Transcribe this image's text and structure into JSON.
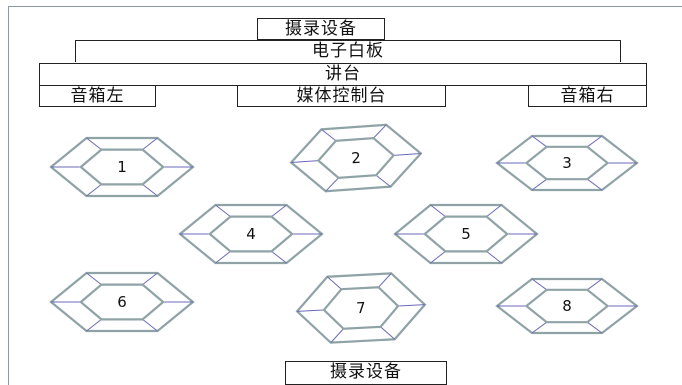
{
  "labels": {
    "top_recording_device": "摄录设备",
    "whiteboard": "电子白板",
    "podium": "讲台",
    "speaker_left": "音箱左",
    "media_console": "媒体控制台",
    "speaker_right": "音箱右",
    "bottom_recording_device": "摄录设备"
  },
  "tables": [
    {
      "number": "1"
    },
    {
      "number": "2"
    },
    {
      "number": "3"
    },
    {
      "number": "4"
    },
    {
      "number": "5"
    },
    {
      "number": "6"
    },
    {
      "number": "7"
    },
    {
      "number": "8"
    }
  ],
  "colors": {
    "hex_outer": "#8fa3a6",
    "hex_spoke": "#6a6ab8",
    "frame": "#8a9aa8"
  }
}
